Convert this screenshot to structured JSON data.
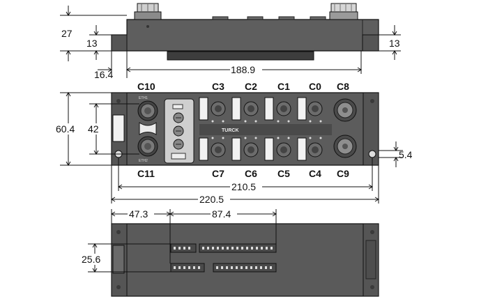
{
  "dimensions": {
    "top_height_total": "27",
    "top_height_body_left": "13",
    "top_height_body_right": "13",
    "top_offset_left": "16.4",
    "top_length": "188.9",
    "front_height": "60.4",
    "front_inner_height": "42",
    "front_hole_offset": "5.4",
    "front_hole_spacing": "210.5",
    "front_length": "220.5",
    "bottom_offset": "47.3",
    "bottom_terminal_length": "87.4",
    "bottom_terminal_height": "25.6"
  },
  "connectors": {
    "top_row": [
      "C10",
      "C3",
      "C2",
      "C1",
      "C0",
      "C8"
    ],
    "bottom_row": [
      "C11",
      "C7",
      "C6",
      "C5",
      "C4",
      "C9"
    ]
  },
  "port_labels": {
    "eth1": "ETH1",
    "eth2": "ETH2",
    "brand": "TURCK"
  },
  "colors": {
    "housing": "#5e5e5e",
    "housing_dark": "#3a3a3a",
    "outline": "#111111",
    "connector": "#6c6c6c",
    "white_panel": "#f2f2f2",
    "terminal": "#4a4a4a"
  }
}
